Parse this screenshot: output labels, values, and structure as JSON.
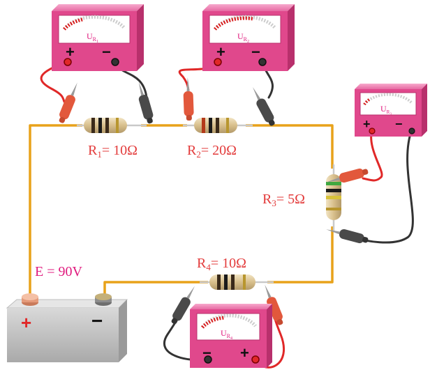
{
  "resistors": [
    {
      "id": "r1",
      "label": "R",
      "sub": "1",
      "value": "= 10Ω"
    },
    {
      "id": "r2",
      "label": "R",
      "sub": "2",
      "value": "= 20Ω"
    },
    {
      "id": "r3",
      "label": "R",
      "sub": "3",
      "value": "= 5Ω"
    },
    {
      "id": "r4",
      "label": "R",
      "sub": "4",
      "value": "= 10Ω"
    }
  ],
  "voltmeters": [
    {
      "id": "v1",
      "label": "U",
      "sub": "R",
      "subsub": "1"
    },
    {
      "id": "v2",
      "label": "U",
      "sub": "R",
      "subsub": "2"
    },
    {
      "id": "v3",
      "label": "U",
      "sub": "R",
      "subsub": "3"
    },
    {
      "id": "v4",
      "label": "U",
      "sub": "R",
      "subsub": "4"
    }
  ],
  "battery": {
    "label": "E = 90V",
    "plus": "+",
    "minus": "−"
  },
  "meter_signs": {
    "plus": "+",
    "minus": "−"
  },
  "colors": {
    "wire": "#e8a21a",
    "meter": "#e0488c",
    "red_lead": "#e02828",
    "black_lead": "#333333",
    "resistor_label": "#e33b3b",
    "emf_label": "#e0197d"
  }
}
